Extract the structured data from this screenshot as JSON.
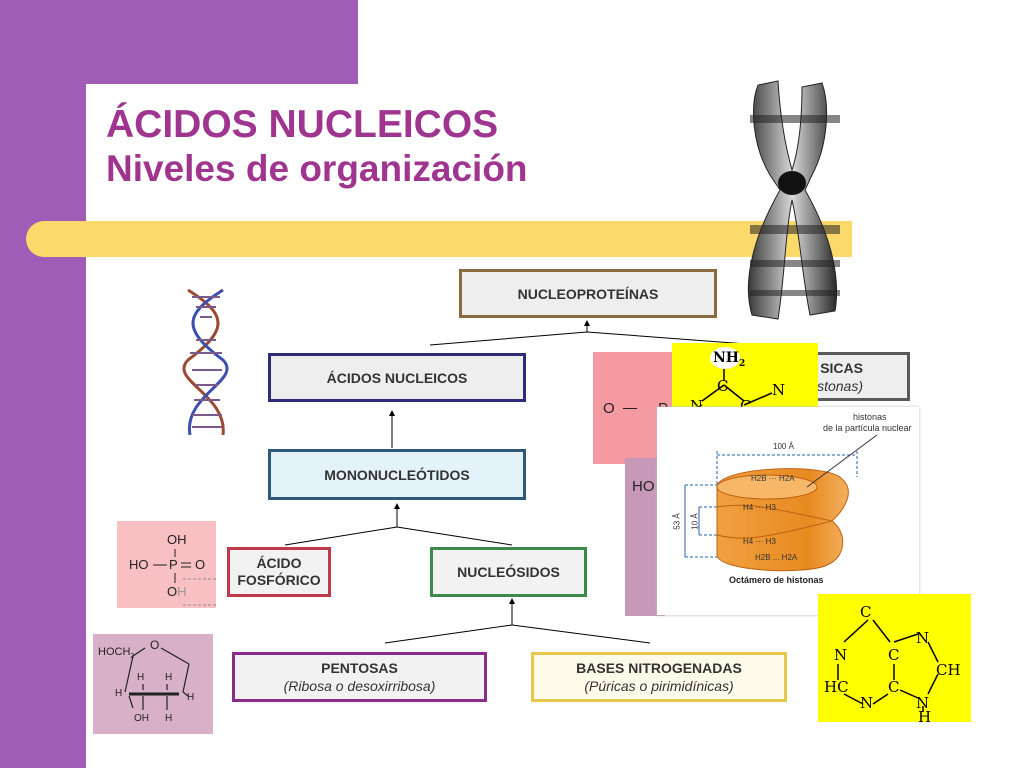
{
  "title": {
    "line1": "ÁCIDOS NUCLEICOS",
    "line2": "Niveles de organización"
  },
  "diagram": {
    "nucleoproteinas": "NUCLEOPROTEÍNAS",
    "acidos_nucleicos": "ÁCIDOS NUCLEICOS",
    "proteinas_basicas": "SICAS",
    "proteinas_sub": "stonas)",
    "mononucleotidos": "MONONUCLEÓTIDOS",
    "acido_fosforico_1": "ÁCIDO",
    "acido_fosforico_2": "FOSFÓRICO",
    "nucleosidos": "NUCLEÓSIDOS",
    "pentosas": "PENTOSAS",
    "pentosas_sub": "(Ribosa o desoxirribosa)",
    "bases": "BASES NITROGENADAS",
    "bases_sub": "(Púricas o pirimidínicas)"
  },
  "phosphate": {
    "oh_top": "OH",
    "ho": "HO",
    "p": "P",
    "o_right": "O",
    "oh_bottom_o": "O",
    "oh_bottom_h": "H"
  },
  "pentose": {
    "hoch2": "HOCH",
    "sub2": "2",
    "o": "O",
    "h1": "H",
    "h2": "H",
    "h3": "H",
    "h4": "H",
    "oh": "OH",
    "h5": "H"
  },
  "histone": {
    "label1": "histonas",
    "label2": "de la partícula nuclear",
    "dim100": "100 Å",
    "h2b_h2a_top": "H2B ··· H2A",
    "h4_h3_top": "H4 ··· H3",
    "h4_h3_bottom": "H4 ··· H3",
    "h2b_h2a_bottom": "H2B ... H2A",
    "dim53": "53 Å",
    "dim10": "10 Å",
    "caption": "Octámero de histonas"
  },
  "cytosine": {
    "nh2": "NH",
    "nh2_sub": "2",
    "c": "C",
    "n_right": "N",
    "n_left": "N",
    "c2": "C"
  },
  "adenine": {
    "c": "C",
    "n1": "N",
    "n2": "N",
    "c2": "C",
    "ch": "CH",
    "hc": "HC",
    "c3": "C",
    "n3": "N",
    "n4": "N",
    "h": "H"
  },
  "partial": {
    "o_label": "O",
    "ho_label": "HO",
    "p_label": "P"
  }
}
